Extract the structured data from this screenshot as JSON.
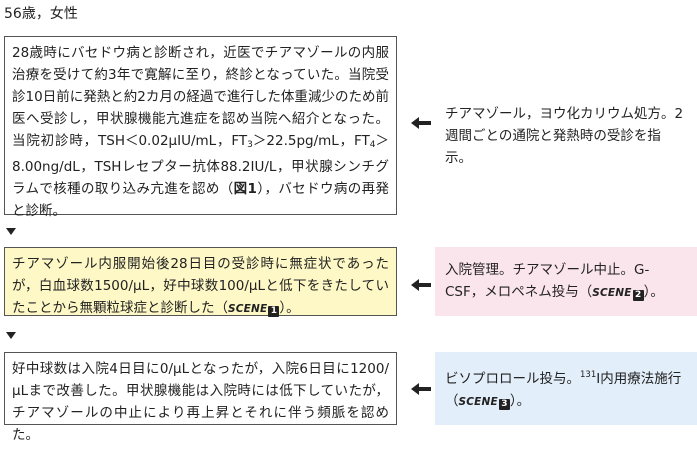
{
  "patient": {
    "title": "56歳，女性"
  },
  "history": {
    "text_a": "28歳時にバセドウ病と診断され，近医でチアマゾールの内服治療を受けて約3年で寛解に至り，終診となっていた。当院受診10日前に発熱と約2カ月の経過で進行した体重減少のため前医へ受診し，甲状腺機能亢進症を認め当院へ紹介となった。当院初診時，TSH＜0.02μIU/mL，FT",
    "ft3_sub": "3",
    "text_b": "＞22.5pg/mL，FT",
    "ft4_sub": "4",
    "text_c": "＞8.00ng/dL，TSHレセプター抗体88.2IU/L，甲状腺シンチグラムで核種の取り込み亢進を認め（",
    "figure_ref": "図1",
    "text_d": "），バセドウ病の再発と診断。"
  },
  "treatment1": {
    "text": "チアマゾール，ヨウ化カリウム処方。2週間ごとの通院と発熱時の受診を指示。"
  },
  "event2": {
    "text_a": "チアマゾール内服開始後28日目の受診時に無症状であったが，白血球数1500/μL，好中球数100/μLと低下をきたしていたことから無顆粒球症と診断した（",
    "scene_label": "SCENE",
    "scene_num": "1",
    "text_b": "）。"
  },
  "treatment2": {
    "text_a": "入院管理。チアマゾール中止。G-CSF，メロペネム投与（",
    "scene_label": "SCENE",
    "scene_num": "2",
    "text_b": "）。"
  },
  "event3": {
    "text": "好中球数は入院4日目に0/μLとなったが，入院6日目に1200/μLまで改善した。甲状腺機能は入院時には低下していたが，チアマゾールの中止により再上昇とそれに伴う頻脈を認めた。"
  },
  "treatment3": {
    "text_a": "ビソプロロール投与。",
    "iodine_sup": "131",
    "text_b": "I内用療法施行（",
    "scene_label": "SCENE",
    "scene_num": "3",
    "text_c": "）。"
  },
  "colors": {
    "event_highlight": "#fdf8c6",
    "treatment_pink": "#fbe5ec",
    "treatment_blue": "#e2eef9",
    "border": "#555555",
    "text": "#222222"
  }
}
